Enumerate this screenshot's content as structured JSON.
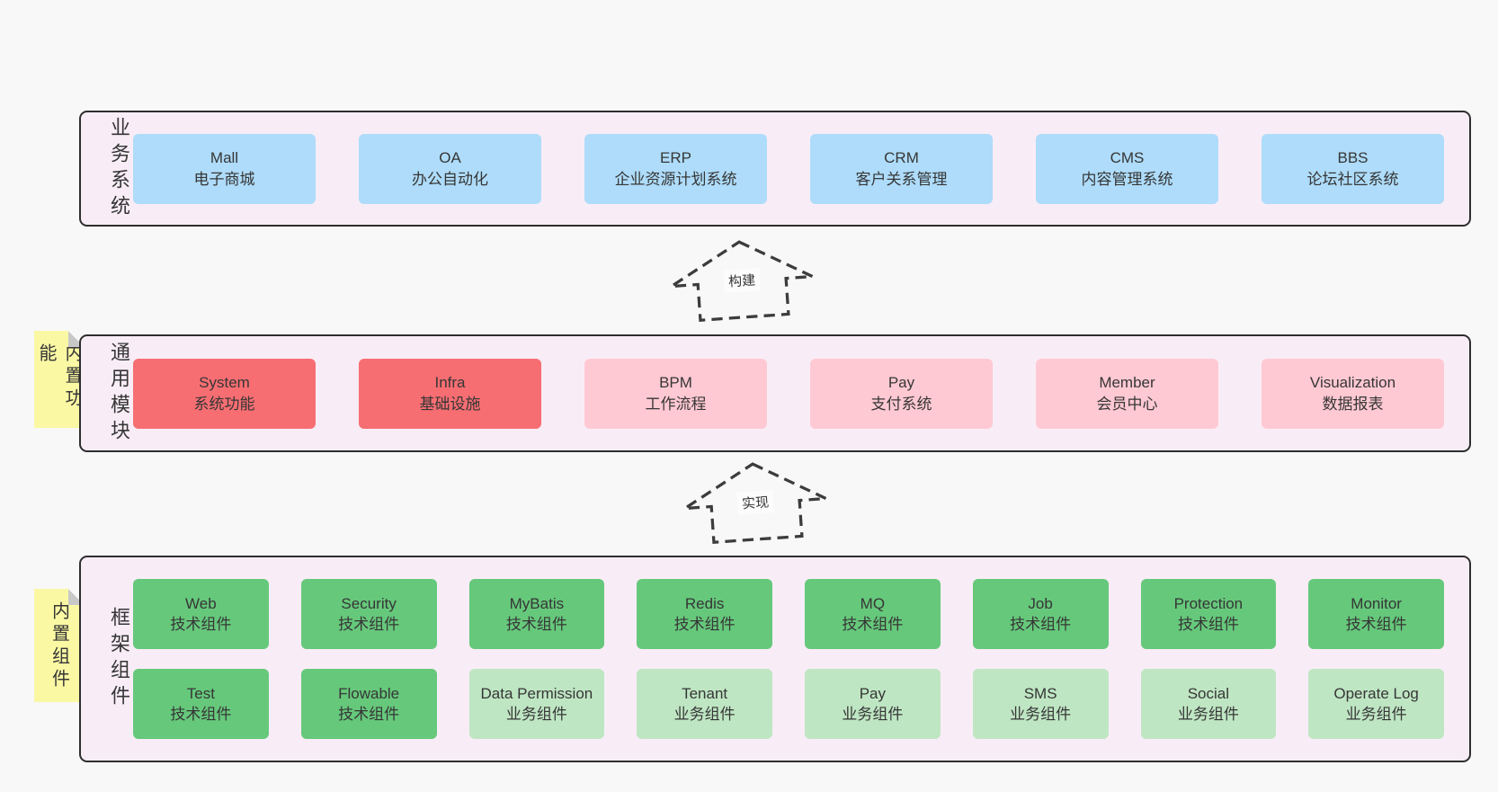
{
  "colors": {
    "page_bg": "#f8f8f8",
    "panel_bg": "#f8edf6",
    "panel_border": "#2e2e2e",
    "business_box": "#aedcfa",
    "core_module_box": "#f76e72",
    "optional_module_box": "#ffc9d3",
    "tech_component_box": "#66c87b",
    "biz_component_box": "#bfe6c3",
    "sticky_bg": "#fbf8a4",
    "sticky_fold": "#c8c8c8",
    "text": "#363636"
  },
  "sections": {
    "business": {
      "label": "业务系统",
      "boxes": [
        {
          "title": "Mall",
          "subtitle": "电子商城"
        },
        {
          "title": "OA",
          "subtitle": "办公自动化"
        },
        {
          "title": "ERP",
          "subtitle": "企业资源计划系统"
        },
        {
          "title": "CRM",
          "subtitle": "客户关系管理"
        },
        {
          "title": "CMS",
          "subtitle": "内容管理系统"
        },
        {
          "title": "BBS",
          "subtitle": "论坛社区系统"
        }
      ]
    },
    "modules": {
      "label": "通用模块",
      "sticky": "内置功能",
      "boxes": [
        {
          "title": "System",
          "subtitle": "系统功能",
          "variant": "core"
        },
        {
          "title": "Infra",
          "subtitle": "基础设施",
          "variant": "core"
        },
        {
          "title": "BPM",
          "subtitle": "工作流程",
          "variant": "optional"
        },
        {
          "title": "Pay",
          "subtitle": "支付系统",
          "variant": "optional"
        },
        {
          "title": "Member",
          "subtitle": "会员中心",
          "variant": "optional"
        },
        {
          "title": "Visualization",
          "subtitle": "数据报表",
          "variant": "optional"
        }
      ]
    },
    "framework": {
      "label": "框架组件",
      "sticky": "内置组件",
      "row1": [
        {
          "title": "Web",
          "subtitle": "技术组件",
          "variant": "tech"
        },
        {
          "title": "Security",
          "subtitle": "技术组件",
          "variant": "tech"
        },
        {
          "title": "MyBatis",
          "subtitle": "技术组件",
          "variant": "tech"
        },
        {
          "title": "Redis",
          "subtitle": "技术组件",
          "variant": "tech"
        },
        {
          "title": "MQ",
          "subtitle": "技术组件",
          "variant": "tech"
        },
        {
          "title": "Job",
          "subtitle": "技术组件",
          "variant": "tech"
        },
        {
          "title": "Protection",
          "subtitle": "技术组件",
          "variant": "tech"
        },
        {
          "title": "Monitor",
          "subtitle": "技术组件",
          "variant": "tech"
        }
      ],
      "row2": [
        {
          "title": "Test",
          "subtitle": "技术组件",
          "variant": "tech"
        },
        {
          "title": "Flowable",
          "subtitle": "技术组件",
          "variant": "tech"
        },
        {
          "title": "Data Permission",
          "subtitle": "业务组件",
          "variant": "biz"
        },
        {
          "title": "Tenant",
          "subtitle": "业务组件",
          "variant": "biz"
        },
        {
          "title": "Pay",
          "subtitle": "业务组件",
          "variant": "biz"
        },
        {
          "title": "SMS",
          "subtitle": "业务组件",
          "variant": "biz"
        },
        {
          "title": "Social",
          "subtitle": "业务组件",
          "variant": "biz"
        },
        {
          "title": "Operate Log",
          "subtitle": "业务组件",
          "variant": "biz"
        }
      ]
    }
  },
  "arrows": {
    "build": "构建",
    "implement": "实现"
  }
}
